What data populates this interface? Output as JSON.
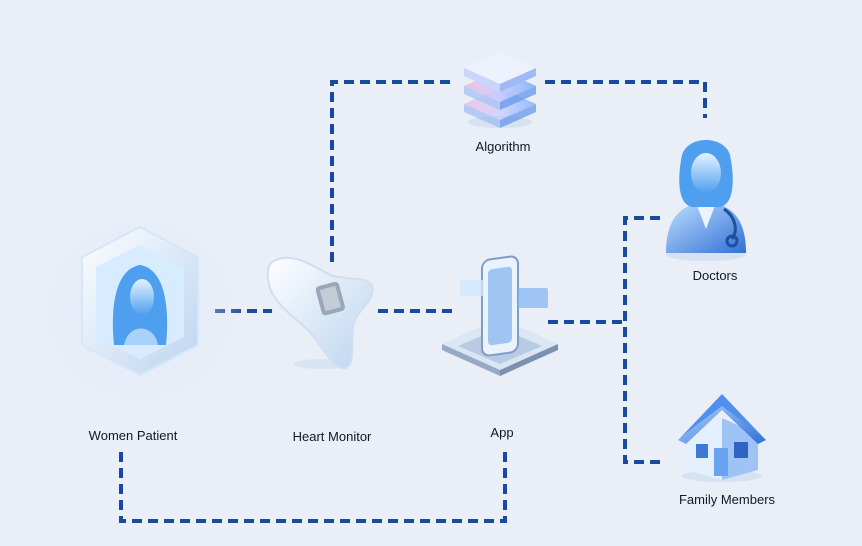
{
  "nodes": {
    "patient": {
      "label": "Women Patient",
      "icon": "woman-patient-icon"
    },
    "monitor": {
      "label": "Heart Monitor",
      "icon": "heart-monitor-icon"
    },
    "app": {
      "label": "App",
      "icon": "phone-app-icon"
    },
    "algorithm": {
      "label": "Algorithm",
      "icon": "layers-icon"
    },
    "doctors": {
      "label": "Doctors",
      "icon": "doctor-icon"
    },
    "family": {
      "label": "Family Members",
      "icon": "house-icon"
    }
  },
  "colors": {
    "background": "#e9eef7",
    "connector": "#1a4a9e",
    "icon_light": "#cfe6ff",
    "icon_mid": "#5aa6f0",
    "icon_dark": "#2f6fd6"
  }
}
